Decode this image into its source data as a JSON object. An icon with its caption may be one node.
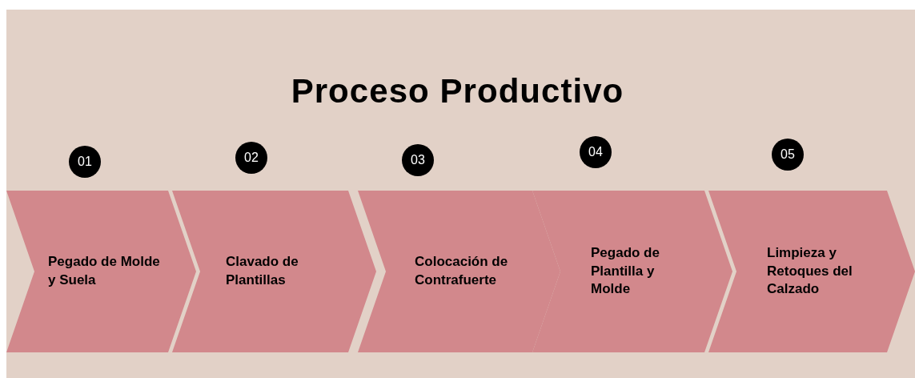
{
  "diagram": {
    "title": "Proceso Productivo",
    "nodes": [
      {
        "text": [
          "Pegado de Molde y Suela"
        ],
        "beside": [
          "01"
        ]
      },
      {
        "text": [
          "Clavado de Plantillas"
        ],
        "beside": [
          "02"
        ]
      },
      {
        "text": [
          "Colocación de Contrafuerte"
        ],
        "beside": [
          "03"
        ]
      },
      {
        "text": [
          "Pegado de Plantilla y Molde"
        ],
        "beside": [
          "04"
        ]
      },
      {
        "text": [
          "Limpieza y Retoques del Calzado"
        ],
        "beside": [
          "05"
        ]
      }
    ]
  }
}
